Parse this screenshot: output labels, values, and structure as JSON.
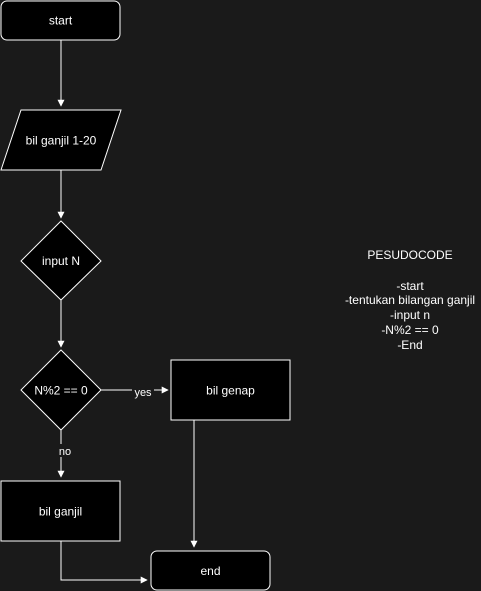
{
  "nodes": {
    "start": "start",
    "input_range": "bil ganjil 1-20",
    "input_n": "input N",
    "decision": "N%2 == 0",
    "even": "bil genap",
    "odd": "bil ganjil",
    "end": "end"
  },
  "edges": {
    "yes": "yes",
    "no": "no"
  },
  "pseudocode": {
    "title": "PESUDOCODE",
    "lines": [
      "-start",
      "-tentukan bilangan ganjil",
      "-input n",
      "-N%2 == 0",
      "-End"
    ]
  },
  "colors": {
    "background": "#1a1a1a",
    "shape_fill": "#000000",
    "stroke": "#ffffff",
    "text": "#ffffff"
  }
}
